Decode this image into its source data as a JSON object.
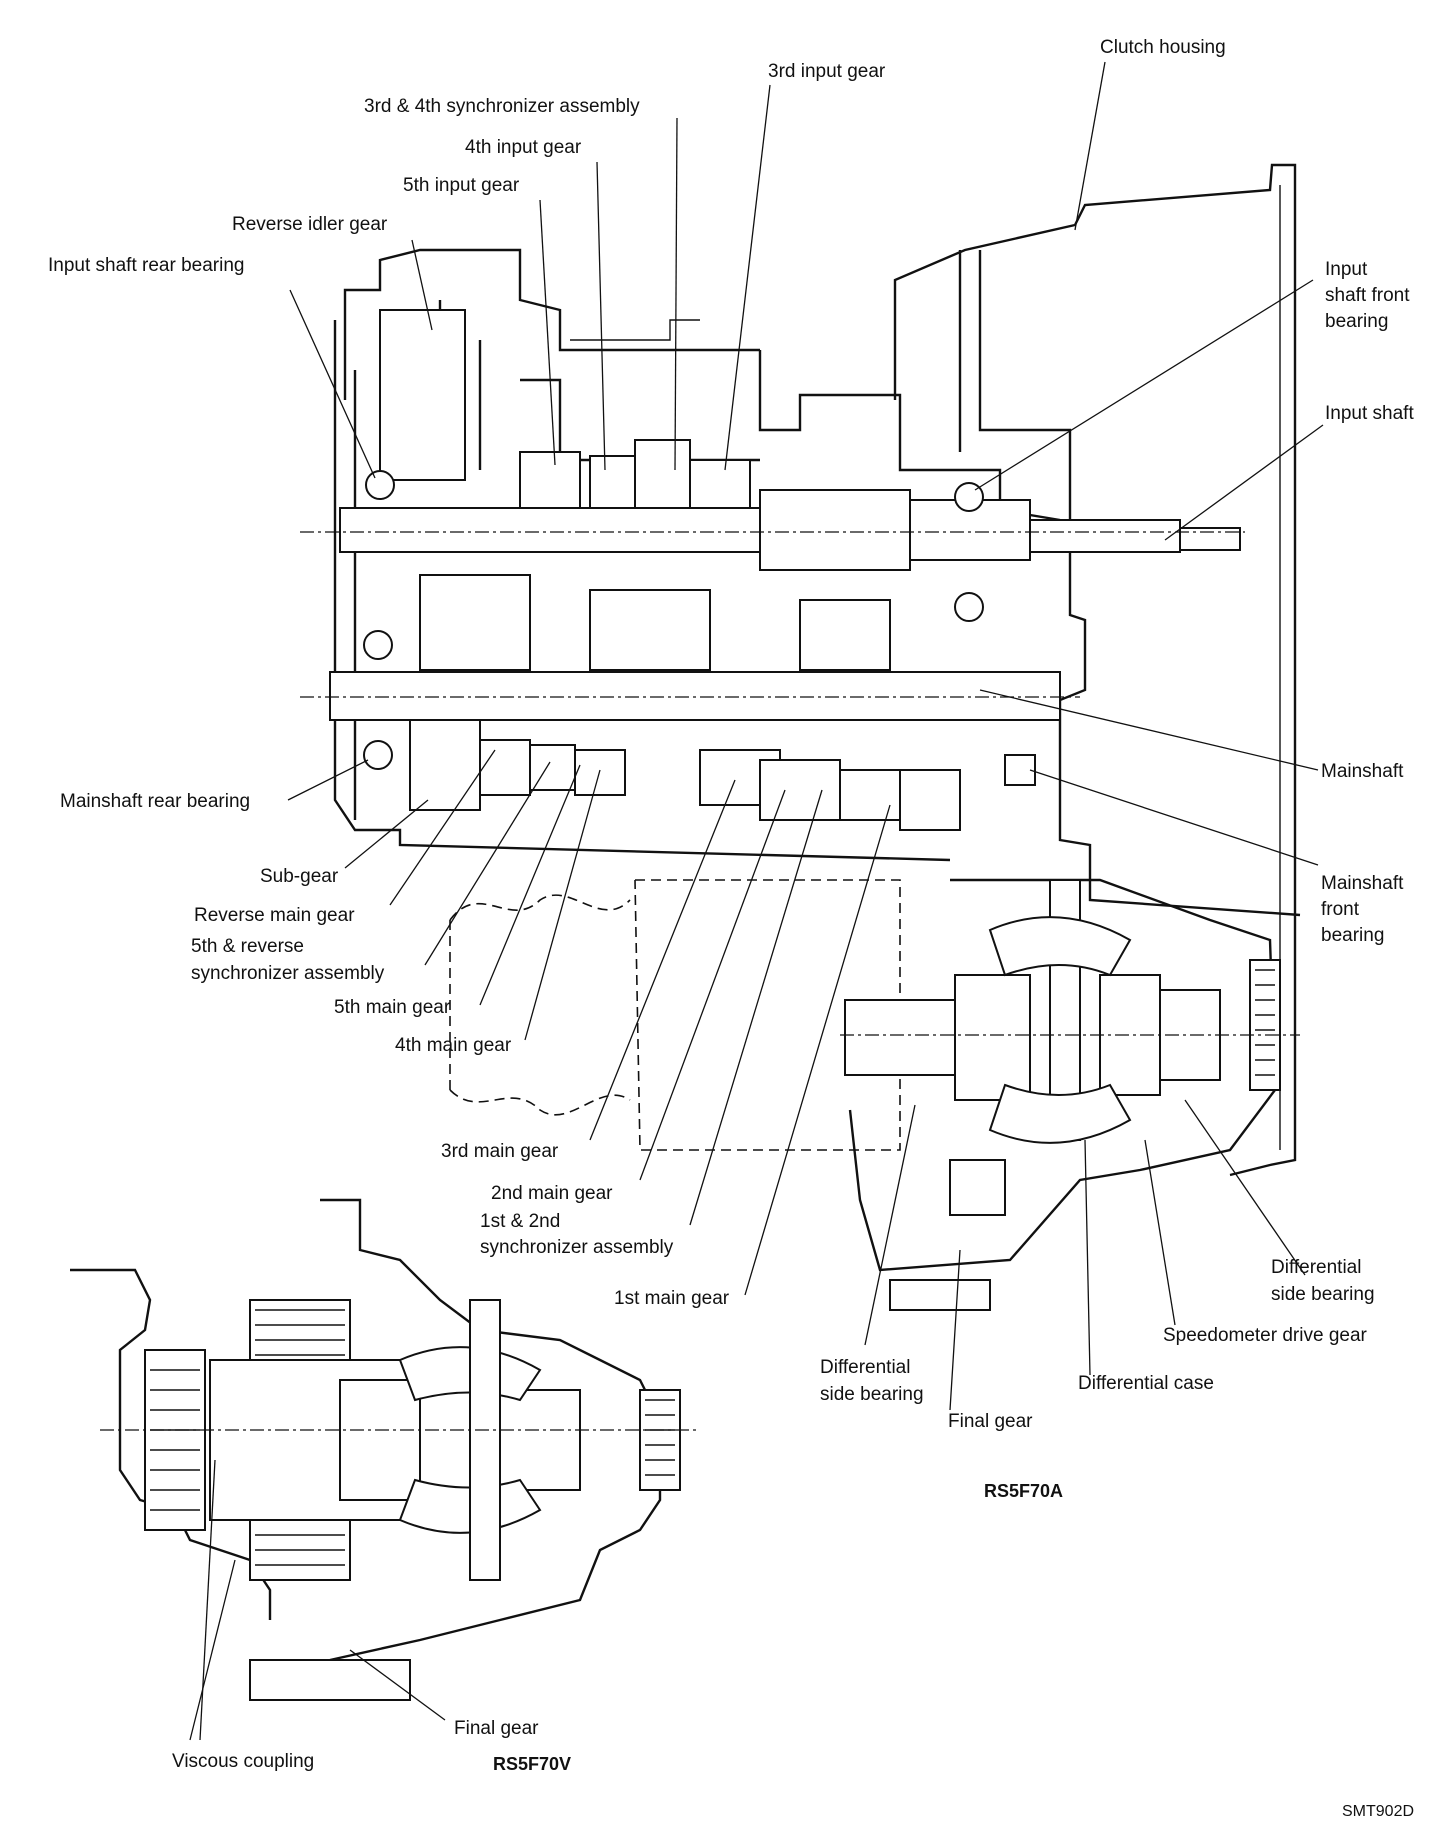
{
  "labels": {
    "clutch_housing": "Clutch housing",
    "third_input_gear": "3rd input gear",
    "sync_3_4": "3rd & 4th synchronizer assembly",
    "fourth_input_gear": "4th input gear",
    "fifth_input_gear": "5th input gear",
    "reverse_idler_gear": "Reverse idler gear",
    "input_shaft_rear_bearing": "Input shaft rear bearing",
    "input_shaft_front_bearing_1": "Input",
    "input_shaft_front_bearing_2": "shaft front",
    "input_shaft_front_bearing_3": "bearing",
    "input_shaft": "Input shaft",
    "mainshaft": "Mainshaft",
    "mainshaft_front_bearing_1": "Mainshaft",
    "mainshaft_front_bearing_2": "front",
    "mainshaft_front_bearing_3": "bearing",
    "mainshaft_rear_bearing": "Mainshaft rear bearing",
    "sub_gear": "Sub-gear",
    "reverse_main_gear": "Reverse main gear",
    "sync_5_rev_1": "5th & reverse",
    "sync_5_rev_2": "synchronizer assembly",
    "fifth_main_gear": "5th main gear",
    "fourth_main_gear": "4th main gear",
    "third_main_gear": "3rd main gear",
    "second_main_gear": "2nd main gear",
    "sync_1_2_1": "1st & 2nd",
    "sync_1_2_2": "synchronizer assembly",
    "first_main_gear": "1st main gear",
    "diff_side_bearing_right_1": "Differential",
    "diff_side_bearing_right_2": "side bearing",
    "speedometer_drive_gear": "Speedometer drive gear",
    "differential_case": "Differential case",
    "diff_side_bearing_left_1": "Differential",
    "diff_side_bearing_left_2": "side bearing",
    "final_gear_a": "Final gear",
    "final_gear_v": "Final gear",
    "viscous_coupling": "Viscous coupling"
  },
  "models": {
    "rs5f70a": "RS5F70A",
    "rs5f70v": "RS5F70V"
  },
  "figure_code": "SMT902D"
}
